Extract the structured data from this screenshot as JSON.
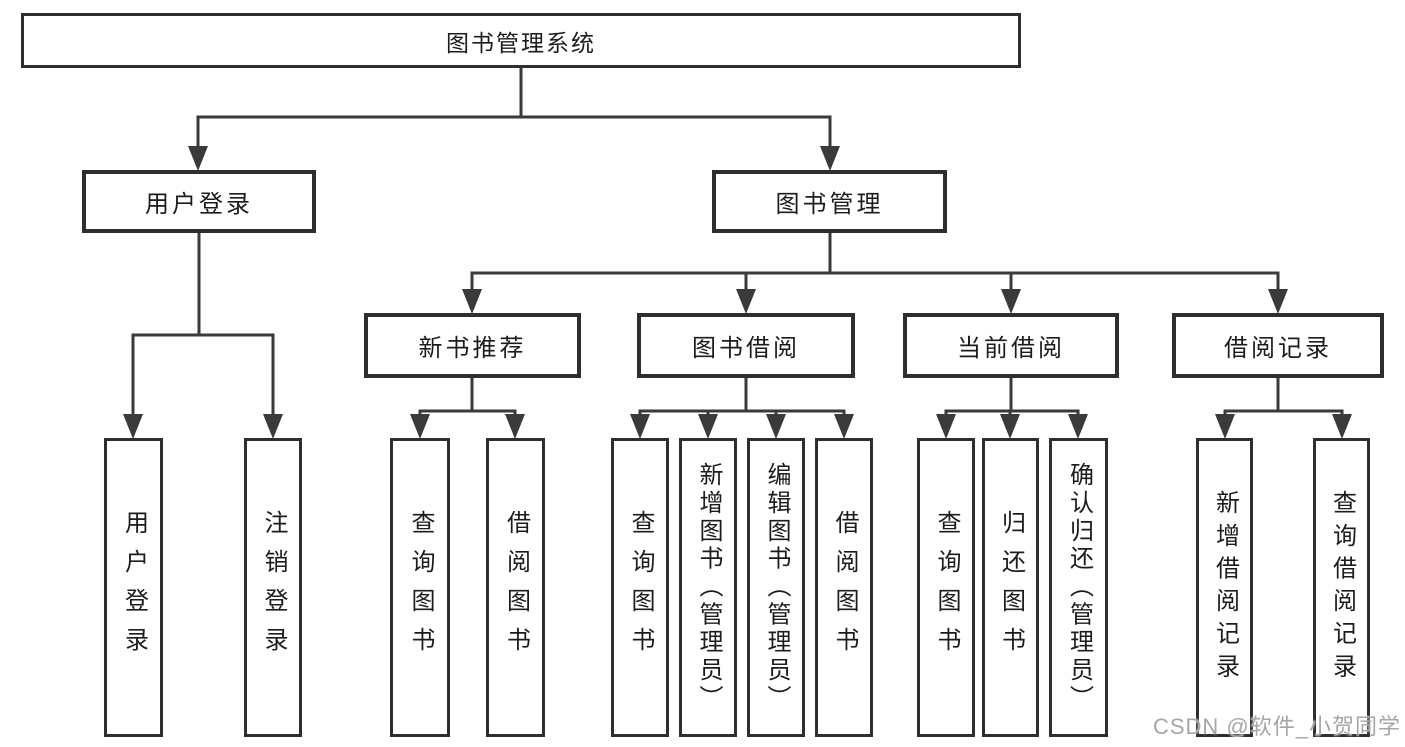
{
  "colors": {
    "line": "#3a3a3a",
    "box_border": "#2e2e2e",
    "box_fill": "#ffffff",
    "text": "#1c1c1c",
    "background": "#ffffff",
    "watermark": "#a6a6a6"
  },
  "tree": {
    "root": {
      "label": "图书管理系统"
    },
    "level2": [
      {
        "label": "用户登录"
      },
      {
        "label": "图书管理"
      }
    ],
    "level3": [
      {
        "label": "新书推荐"
      },
      {
        "label": "图书借阅"
      },
      {
        "label": "当前借阅"
      },
      {
        "label": "借阅记录"
      }
    ],
    "leaves": {
      "user_login": [
        {
          "label": "用户登录"
        },
        {
          "label": "注销登录"
        }
      ],
      "new_book_recommend": [
        {
          "label": "查询图书"
        },
        {
          "label": "借阅图书"
        }
      ],
      "book_borrowing": [
        {
          "label": "查询图书"
        },
        {
          "label": "新增图书（管理员）"
        },
        {
          "label": "编辑图书（管理员）"
        },
        {
          "label": "借阅图书"
        }
      ],
      "current_borrowing": [
        {
          "label": "查询图书"
        },
        {
          "label": "归还图书"
        },
        {
          "label": "确认归还（管理员）"
        }
      ],
      "borrowing_records": [
        {
          "label": "新增借阅记录"
        },
        {
          "label": "查询借阅记录"
        }
      ]
    }
  },
  "watermark": {
    "text": "CSDN @软件_小贺同学"
  }
}
